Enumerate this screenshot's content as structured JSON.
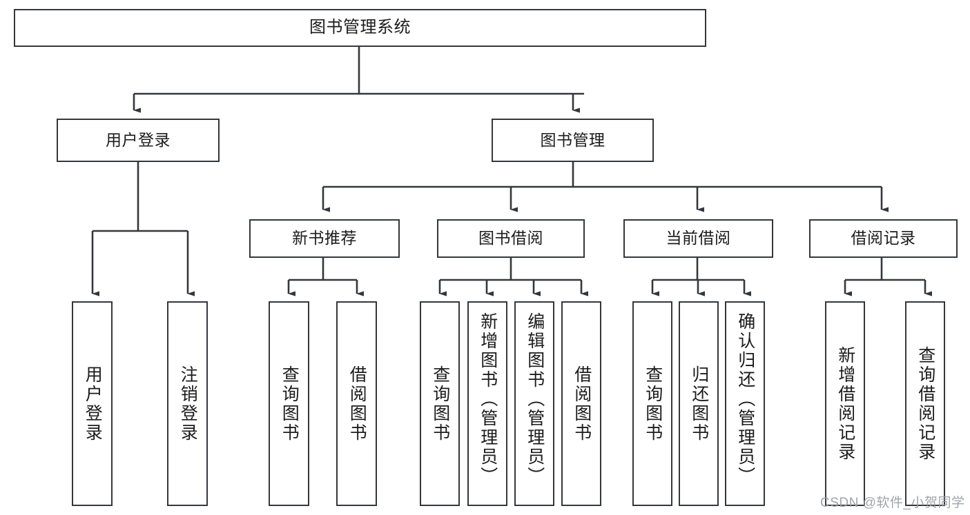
{
  "diagram": {
    "title": "图书管理系统",
    "type": "hierarchy-tree",
    "watermark": "CSDN @软件_小贺同学",
    "colors": {
      "stroke": "#33373b",
      "box_fill": "#ffffff",
      "text": "#1b1b1b",
      "background": "#ffffff",
      "watermark": "#9aa0a6"
    },
    "levels": {
      "root": {
        "label": "图书管理系统"
      },
      "level1": [
        {
          "label": "用户登录"
        },
        {
          "label": "图书管理"
        }
      ],
      "level2": [
        {
          "label": "新书推荐"
        },
        {
          "label": "图书借阅"
        },
        {
          "label": "当前借阅"
        },
        {
          "label": "借阅记录"
        }
      ],
      "level3": {
        "user_login": [
          {
            "label": "用户登录"
          },
          {
            "label": "注销登录"
          }
        ],
        "new_book": [
          {
            "label": "查询图书"
          },
          {
            "label": "借阅图书"
          }
        ],
        "book_borrow": [
          {
            "label": "查询图书"
          },
          {
            "label": "新增图书（管理员）"
          },
          {
            "label": "编辑图书（管理员）"
          },
          {
            "label": "借阅图书"
          }
        ],
        "current_borrow": [
          {
            "label": "查询图书"
          },
          {
            "label": "归还图书"
          },
          {
            "label": "确认归还（管理员）"
          }
        ],
        "borrow_record": [
          {
            "label": "新增借阅记录"
          },
          {
            "label": "查询借阅记录"
          }
        ]
      }
    }
  }
}
